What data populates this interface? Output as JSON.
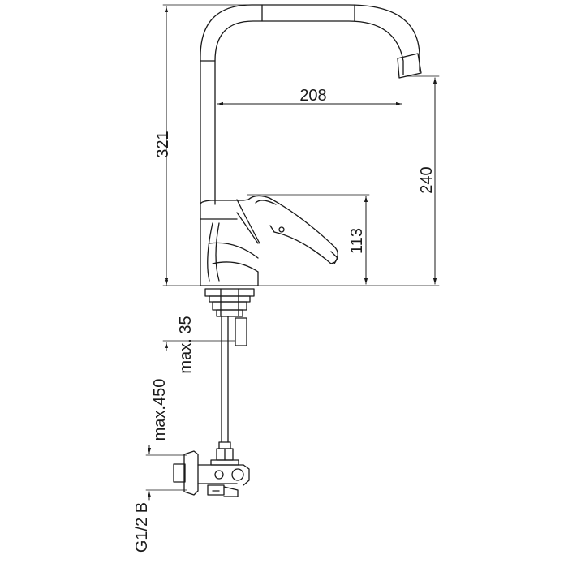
{
  "drawing": {
    "line_color": "#1a1a1a",
    "dimensions": {
      "height_total": "321",
      "reach": "208",
      "spout_height": "240",
      "lever_height": "113",
      "max_thickness": "max. 35",
      "hose_length": "max.450",
      "thread": "G1/2 B"
    }
  }
}
